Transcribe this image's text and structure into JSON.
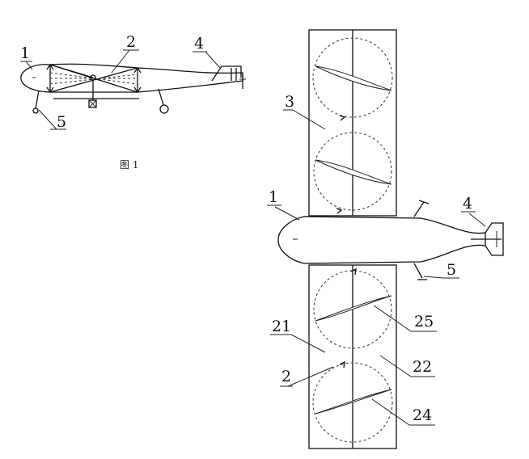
{
  "figure_caption": "图 1",
  "side_view": {
    "labels": {
      "l1": "1",
      "l2": "2",
      "l4": "4",
      "l5": "5"
    }
  },
  "top_view": {
    "labels": {
      "l1": "1",
      "l3": "3",
      "l4": "4",
      "l5": "5",
      "l21": "21",
      "l2": "2",
      "l22": "22",
      "l24": "24",
      "l25": "25"
    }
  }
}
